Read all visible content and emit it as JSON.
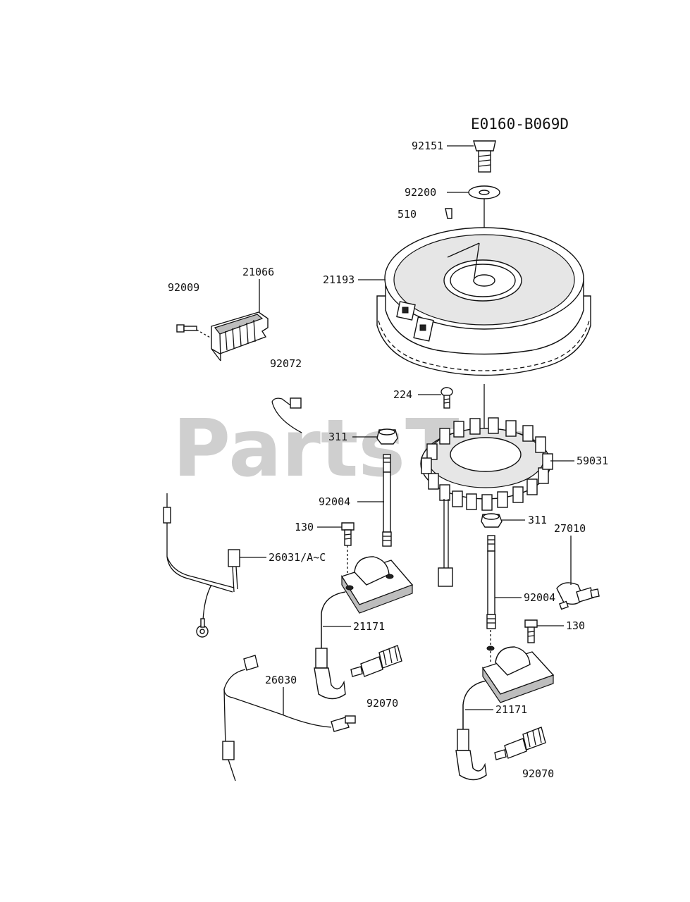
{
  "diagram_code": "E0160-B069D",
  "watermark": "PartsTre",
  "parts": {
    "p92151": "92151",
    "p92200": "92200",
    "p510": "510",
    "p21193": "21193",
    "p21066": "21066",
    "p92009": "92009",
    "p92072": "92072",
    "p224": "224",
    "p311a": "311",
    "p59031": "59031",
    "p92004a": "92004",
    "p130a": "130",
    "p311b": "311",
    "p27010": "27010",
    "p26031": "26031/A~C",
    "p92004b": "92004",
    "p130b": "130",
    "p21171a": "21171",
    "p26030": "26030",
    "p92070a": "92070",
    "p21171b": "21171",
    "p92070b": "92070"
  }
}
